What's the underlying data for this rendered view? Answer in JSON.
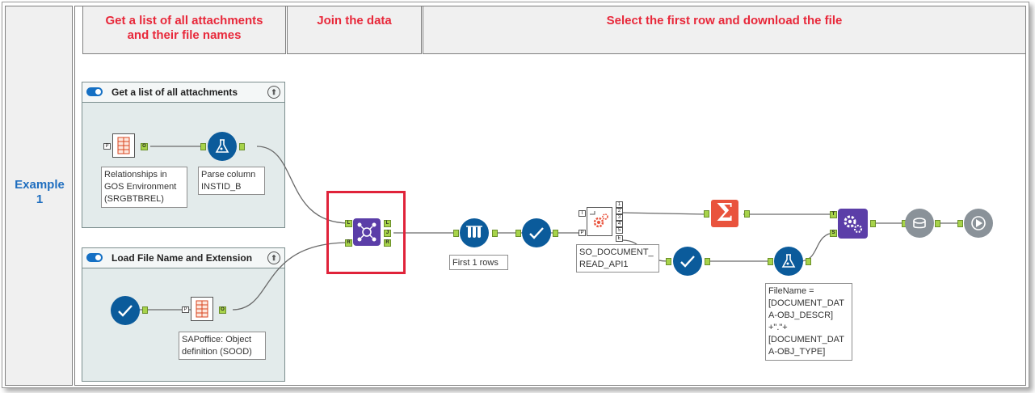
{
  "side": {
    "label": "Example\n1"
  },
  "headers": {
    "h1": "Get a list of all attachments\nand their file names",
    "h2": "Join the data",
    "h3": "Select the first row and download the file"
  },
  "containers": {
    "top": {
      "title": "Get a list of all attachments"
    },
    "bottom": {
      "title": "Load File Name and Extension"
    }
  },
  "annotations": {
    "relationships": "Relationships in\nGOS Environment\n(SRGBTBREL)",
    "parse": "Parse column\nINSTID_B",
    "sapoffice": "SAPoffice: Object\ndefinition (SOOD)",
    "first_rows": "First 1 rows",
    "so_document": "SO_DOCUMENT_\nREAD_API1",
    "filename": "FileName =\n[DOCUMENT_DAT\nA-OBJ_DESCR]\n+\".\"+\n[DOCUMENT_DAT\nA-OBJ_TYPE]"
  },
  "ports": {
    "p": "P",
    "o": "O",
    "l": "L",
    "r": "R",
    "j": "J",
    "i": "I",
    "t": "T",
    "s": "S",
    "e": "E",
    "n1": "1",
    "n2": "2",
    "n3": "3",
    "n4": "4",
    "n5": "5"
  },
  "icons": {
    "collapse": "⇑",
    "sum": "Σ"
  },
  "colors": {
    "header_text": "#e8283a",
    "side_text": "#1f6ebf",
    "container_bg": "#e3ebeb",
    "tool_blue": "#0b5b9b",
    "tool_purple": "#5b3ea8",
    "tool_orange": "#e9533d",
    "highlight": "#e0233a"
  }
}
